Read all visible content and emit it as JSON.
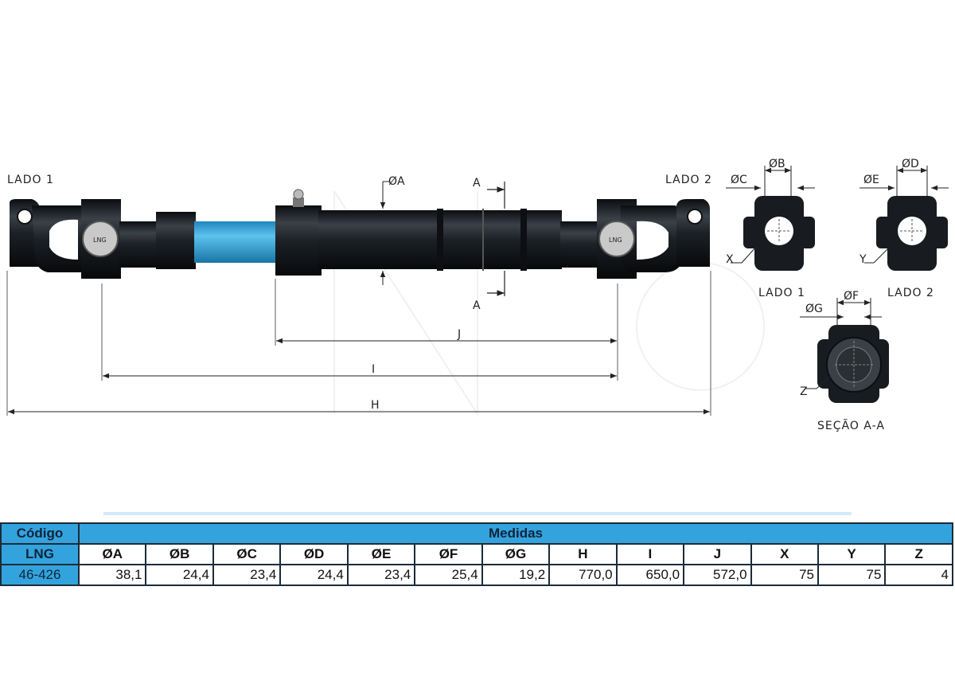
{
  "drawing": {
    "lado1": "LADO 1",
    "lado2": "LADO 2",
    "brand_mark": "LNG",
    "dim_a": "ØA",
    "section_mark": "A",
    "dim_j": "J",
    "dim_i": "I",
    "dim_h": "H",
    "side1": {
      "c": "ØC",
      "b": "ØB",
      "x": "X",
      "title": "LADO 1"
    },
    "side2": {
      "e": "ØE",
      "d": "ØD",
      "y": "Y",
      "title": "LADO 2"
    },
    "section": {
      "g": "ØG",
      "f": "ØF",
      "z": "Z",
      "title": "SEÇÃO A-A"
    }
  },
  "table": {
    "code_header": "Código",
    "group_header": "Medidas",
    "brand": "LNG",
    "code": "46-426",
    "columns": [
      "ØA",
      "ØB",
      "ØC",
      "ØD",
      "ØE",
      "ØF",
      "ØG",
      "H",
      "I",
      "J",
      "X",
      "Y",
      "Z"
    ],
    "values": [
      "38,1",
      "24,4",
      "23,4",
      "24,4",
      "23,4",
      "25,4",
      "19,2",
      "770,0",
      "650,0",
      "572,0",
      "75",
      "75",
      "4"
    ]
  },
  "colors": {
    "accent": "#33a3dd",
    "tube": "#3aa7dc",
    "metal": "#1a1e22"
  }
}
